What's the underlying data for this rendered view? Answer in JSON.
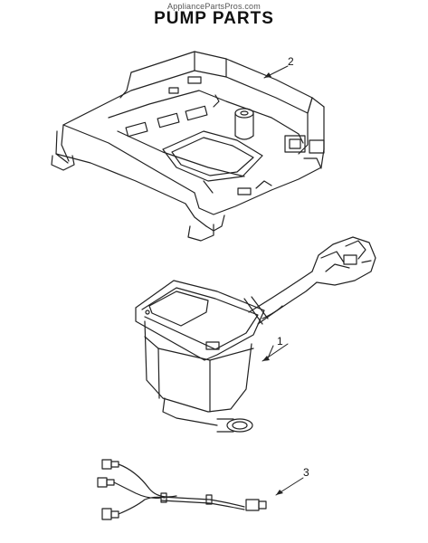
{
  "watermark": "AppliancePartsPros.com",
  "title": "PUMP PARTS",
  "callouts": [
    {
      "number": "2",
      "part": "tray housing"
    },
    {
      "number": "1",
      "part": "pump"
    },
    {
      "number": "3",
      "part": "wire harness"
    }
  ],
  "icons": [
    "pump-icon",
    "tray-housing-icon",
    "wire-harness-icon"
  ]
}
